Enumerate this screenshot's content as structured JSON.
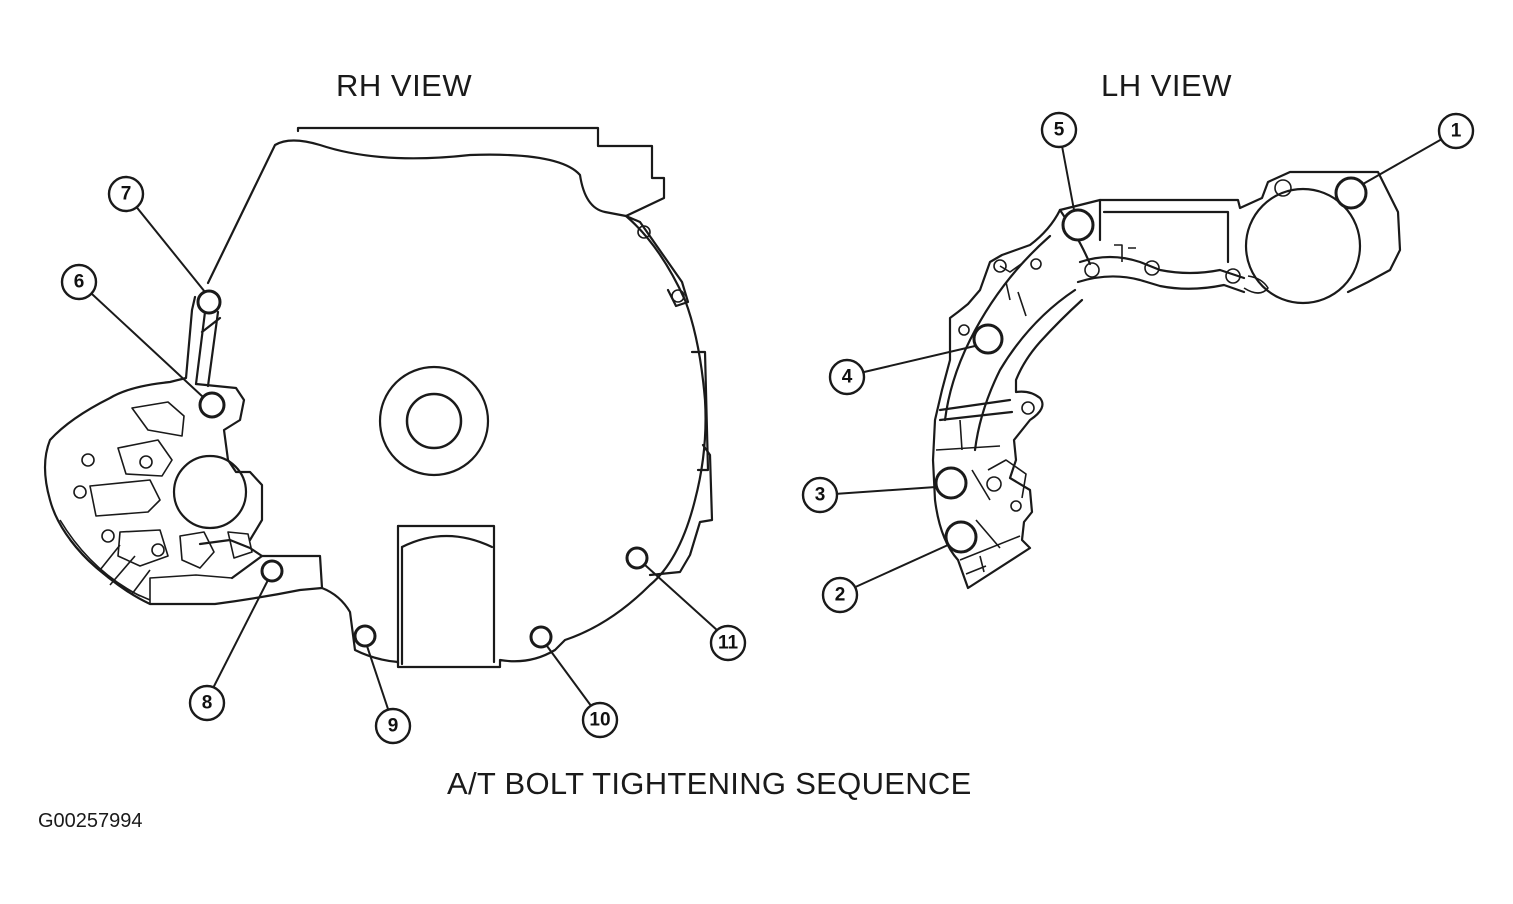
{
  "views": {
    "rh_title": "RH VIEW",
    "lh_title": "LH VIEW"
  },
  "caption": "A/T BOLT TIGHTENING SEQUENCE",
  "figure_id": "G00257994",
  "callouts": {
    "c1": "1",
    "c2": "2",
    "c3": "3",
    "c4": "4",
    "c5": "5",
    "c6": "6",
    "c7": "7",
    "c8": "8",
    "c9": "9",
    "c10": "10",
    "c11": "11"
  }
}
